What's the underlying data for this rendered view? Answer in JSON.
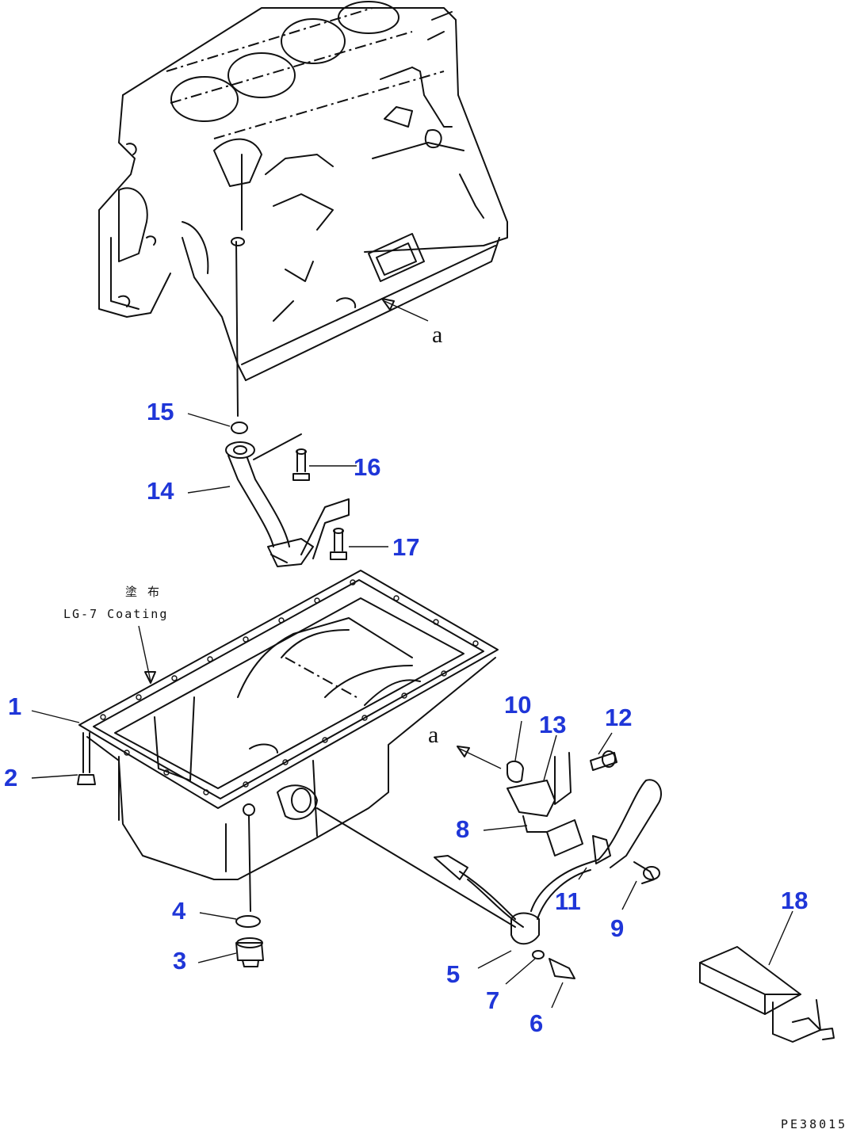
{
  "callouts": [
    {
      "id": "1",
      "text": "1"
    },
    {
      "id": "2",
      "text": "2"
    },
    {
      "id": "3",
      "text": "3"
    },
    {
      "id": "4",
      "text": "4"
    },
    {
      "id": "5",
      "text": "5"
    },
    {
      "id": "6",
      "text": "6"
    },
    {
      "id": "7",
      "text": "7"
    },
    {
      "id": "8",
      "text": "8"
    },
    {
      "id": "9",
      "text": "9"
    },
    {
      "id": "10",
      "text": "10"
    },
    {
      "id": "11",
      "text": "11"
    },
    {
      "id": "12",
      "text": "12"
    },
    {
      "id": "13",
      "text": "13"
    },
    {
      "id": "14",
      "text": "14"
    },
    {
      "id": "15",
      "text": "15"
    },
    {
      "id": "16",
      "text": "16"
    },
    {
      "id": "17",
      "text": "17"
    },
    {
      "id": "18",
      "text": "18"
    }
  ],
  "notes": {
    "coating_jp": "塗 布",
    "coating_en": "LG-7 Coating",
    "ref_a_top": "a",
    "ref_a_mid": "a"
  },
  "drawing_code": "PE38015",
  "colors": {
    "callout": "#1f36d8",
    "line": "#111111",
    "background": "#ffffff"
  }
}
